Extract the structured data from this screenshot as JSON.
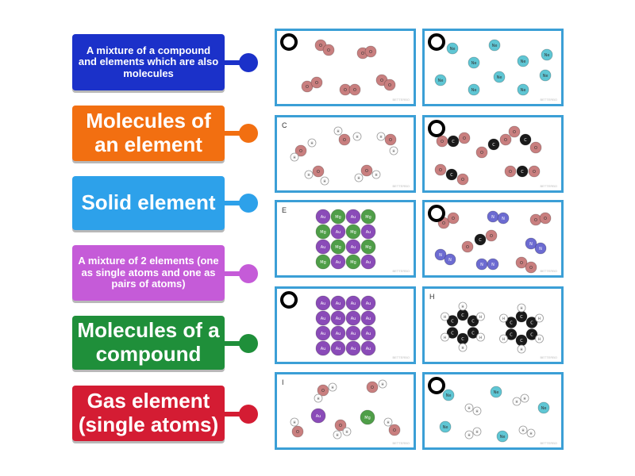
{
  "labels": [
    {
      "text": "A mixture of a compound and elements which are also molecules",
      "color": "#1b31c9",
      "size": "small"
    },
    {
      "text": "Molecules of an element",
      "color": "#f26f11",
      "size": "big"
    },
    {
      "text": "Solid element",
      "color": "#2da1ea",
      "size": "big"
    },
    {
      "text": "A mixture of 2 elements (one as single atoms and one as pairs of atoms)",
      "color": "#c55bd8",
      "size": "small"
    },
    {
      "text": "Molecules of a compound",
      "color": "#1f8f3a",
      "size": "big"
    },
    {
      "text": "Gas element (single atoms)",
      "color": "#d41c33",
      "size": "big"
    }
  ],
  "cards": {
    "A": {
      "marker": "ring",
      "watermark": "BETTERBO"
    },
    "B": {
      "marker": "ring",
      "watermark": "BETTERBO"
    },
    "C": {
      "marker": "letter",
      "letter": "C",
      "watermark": "BETTERBO"
    },
    "D": {
      "marker": "ring",
      "watermark": "BETTERBO"
    },
    "E": {
      "marker": "letter",
      "letter": "E",
      "watermark": "BETTERBO"
    },
    "F": {
      "marker": "ring",
      "watermark": "BETTERBO"
    },
    "G": {
      "marker": "ring",
      "watermark": "BETTERBO"
    },
    "H": {
      "marker": "letter",
      "letter": "H",
      "watermark": "BETTERBO"
    },
    "I": {
      "marker": "letter",
      "letter": "I",
      "watermark": "BETTERBO"
    },
    "J": {
      "marker": "ring",
      "watermark": "BETTERBO"
    }
  },
  "atoms": {
    "O": "O",
    "Ne": "Ne",
    "H": "H",
    "C": "C",
    "N": "N",
    "Au": "Au",
    "Mg": "Mg"
  },
  "colors": {
    "card_border": "#3b9fd6",
    "oxygen": "#c97f7f",
    "neon": "#5fc6d4",
    "hydrogen": "#ffffff",
    "carbon": "#1a1a1a",
    "nitrogen": "#6c6bd1",
    "gold": "#b14aaa",
    "magnesium": "#4f9e48",
    "purple_atom": "#8a4bb8"
  }
}
